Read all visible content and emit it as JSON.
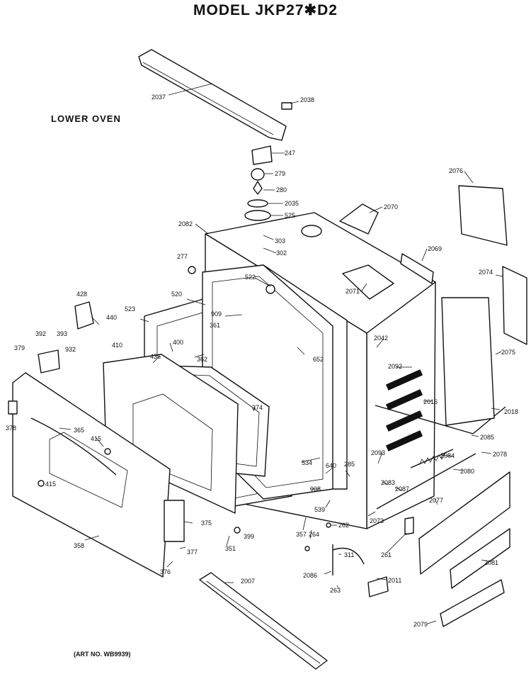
{
  "title": "MODEL JKP27✱D2",
  "section_label": "LOWER OVEN",
  "art_no": "(ART NO. WB9939)",
  "parts": {
    "p2037": "2037",
    "p2038": "2038",
    "p247": "247",
    "p279": "279",
    "p280": "280",
    "p2035": "2035",
    "p525": "525",
    "p303": "303",
    "p302": "302",
    "p2082": "2082",
    "p2070": "2070",
    "p2076": "2076",
    "p2069": "2069",
    "p2074": "2074",
    "p277": "277",
    "p522": "522",
    "p2071": "2071",
    "p520": "520",
    "p909": "909",
    "p523": "523",
    "p428": "428",
    "p440": "440",
    "p392": "392",
    "p393": "393",
    "p379": "379",
    "p932": "932",
    "p361": "361",
    "p400": "400",
    "p362": "362",
    "p652": "652",
    "p2042": "2042",
    "p2092": "2092",
    "p2075": "2075",
    "p410": "410",
    "p436": "436",
    "p378": "378",
    "p365": "365",
    "p374": "374",
    "p2016": "2016",
    "p2018": "2018",
    "p2085": "2085",
    "p415a": "415",
    "p2093": "2093",
    "p2078": "2078",
    "p2084": "2084",
    "p534": "534",
    "p640": "640",
    "p285": "285",
    "p2083": "2083",
    "p2080": "2080",
    "p415b": "415",
    "p908": "908",
    "p2087": "2087",
    "p2077": "2077",
    "p539": "539",
    "p2073": "2073",
    "p375": "375",
    "p357": "357",
    "p264": "264",
    "p262": "262",
    "p399": "399",
    "p358": "358",
    "p351": "351",
    "p261": "261",
    "p377": "377",
    "p311": "311",
    "p2081": "2081",
    "p376": "376",
    "p2007": "2007",
    "p2086": "2086",
    "p2011": "2011",
    "p263": "263",
    "p2079": "2079"
  }
}
